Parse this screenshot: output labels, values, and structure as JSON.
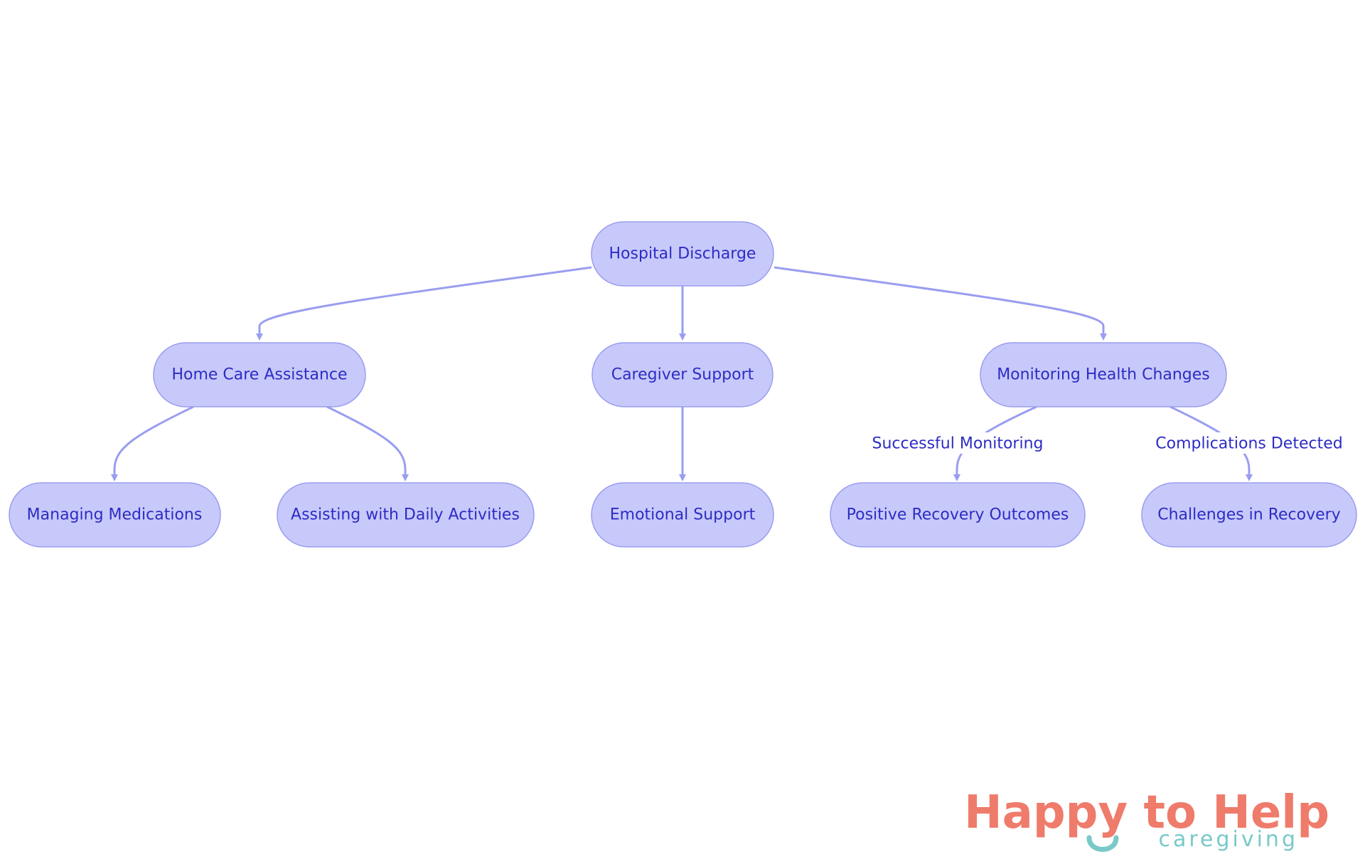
{
  "diagram": {
    "nodes": {
      "hospital_discharge": "Hospital Discharge",
      "home_care_assistance": "Home Care Assistance",
      "caregiver_support": "Caregiver Support",
      "monitoring_health_changes": "Monitoring Health Changes",
      "managing_medications": "Managing Medications",
      "assisting_daily_activities": "Assisting with Daily Activities",
      "emotional_support": "Emotional Support",
      "positive_recovery_outcomes": "Positive Recovery Outcomes",
      "challenges_in_recovery": "Challenges in Recovery"
    },
    "edge_labels": {
      "successful_monitoring": "Successful Monitoring",
      "complications_detected": "Complications Detected"
    }
  },
  "logo": {
    "main": "Happy to Help",
    "sub": "caregiving"
  },
  "colors": {
    "node_fill": "#c8c9fb",
    "node_stroke": "#9a9df0",
    "text": "#2c2cc4",
    "logo_coral": "#ef7b6b",
    "logo_teal": "#79c9c9"
  }
}
